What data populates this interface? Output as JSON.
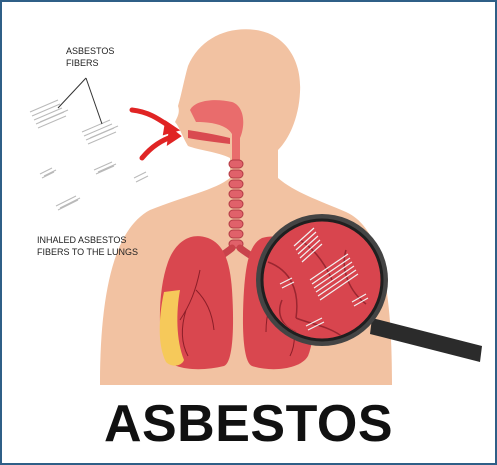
{
  "labels": {
    "fibers": "ASBESTOS\nFIBERS",
    "inhaled": "INHALED ASBESTOS\nFIBERS TO THE LUNGS"
  },
  "title": "ASBESTOS",
  "icons": [
    "human-silhouette",
    "lungs-illustration",
    "magnifying-glass-icon",
    "inhale-arrow-icon",
    "asbestos-fiber-cluster"
  ],
  "colors": {
    "border": "#2f5f87",
    "skin": "#f2c2a2",
    "lung": "#d9474f",
    "lung_dark": "#b8333c",
    "arrow": "#e02424",
    "title": "#111111"
  }
}
